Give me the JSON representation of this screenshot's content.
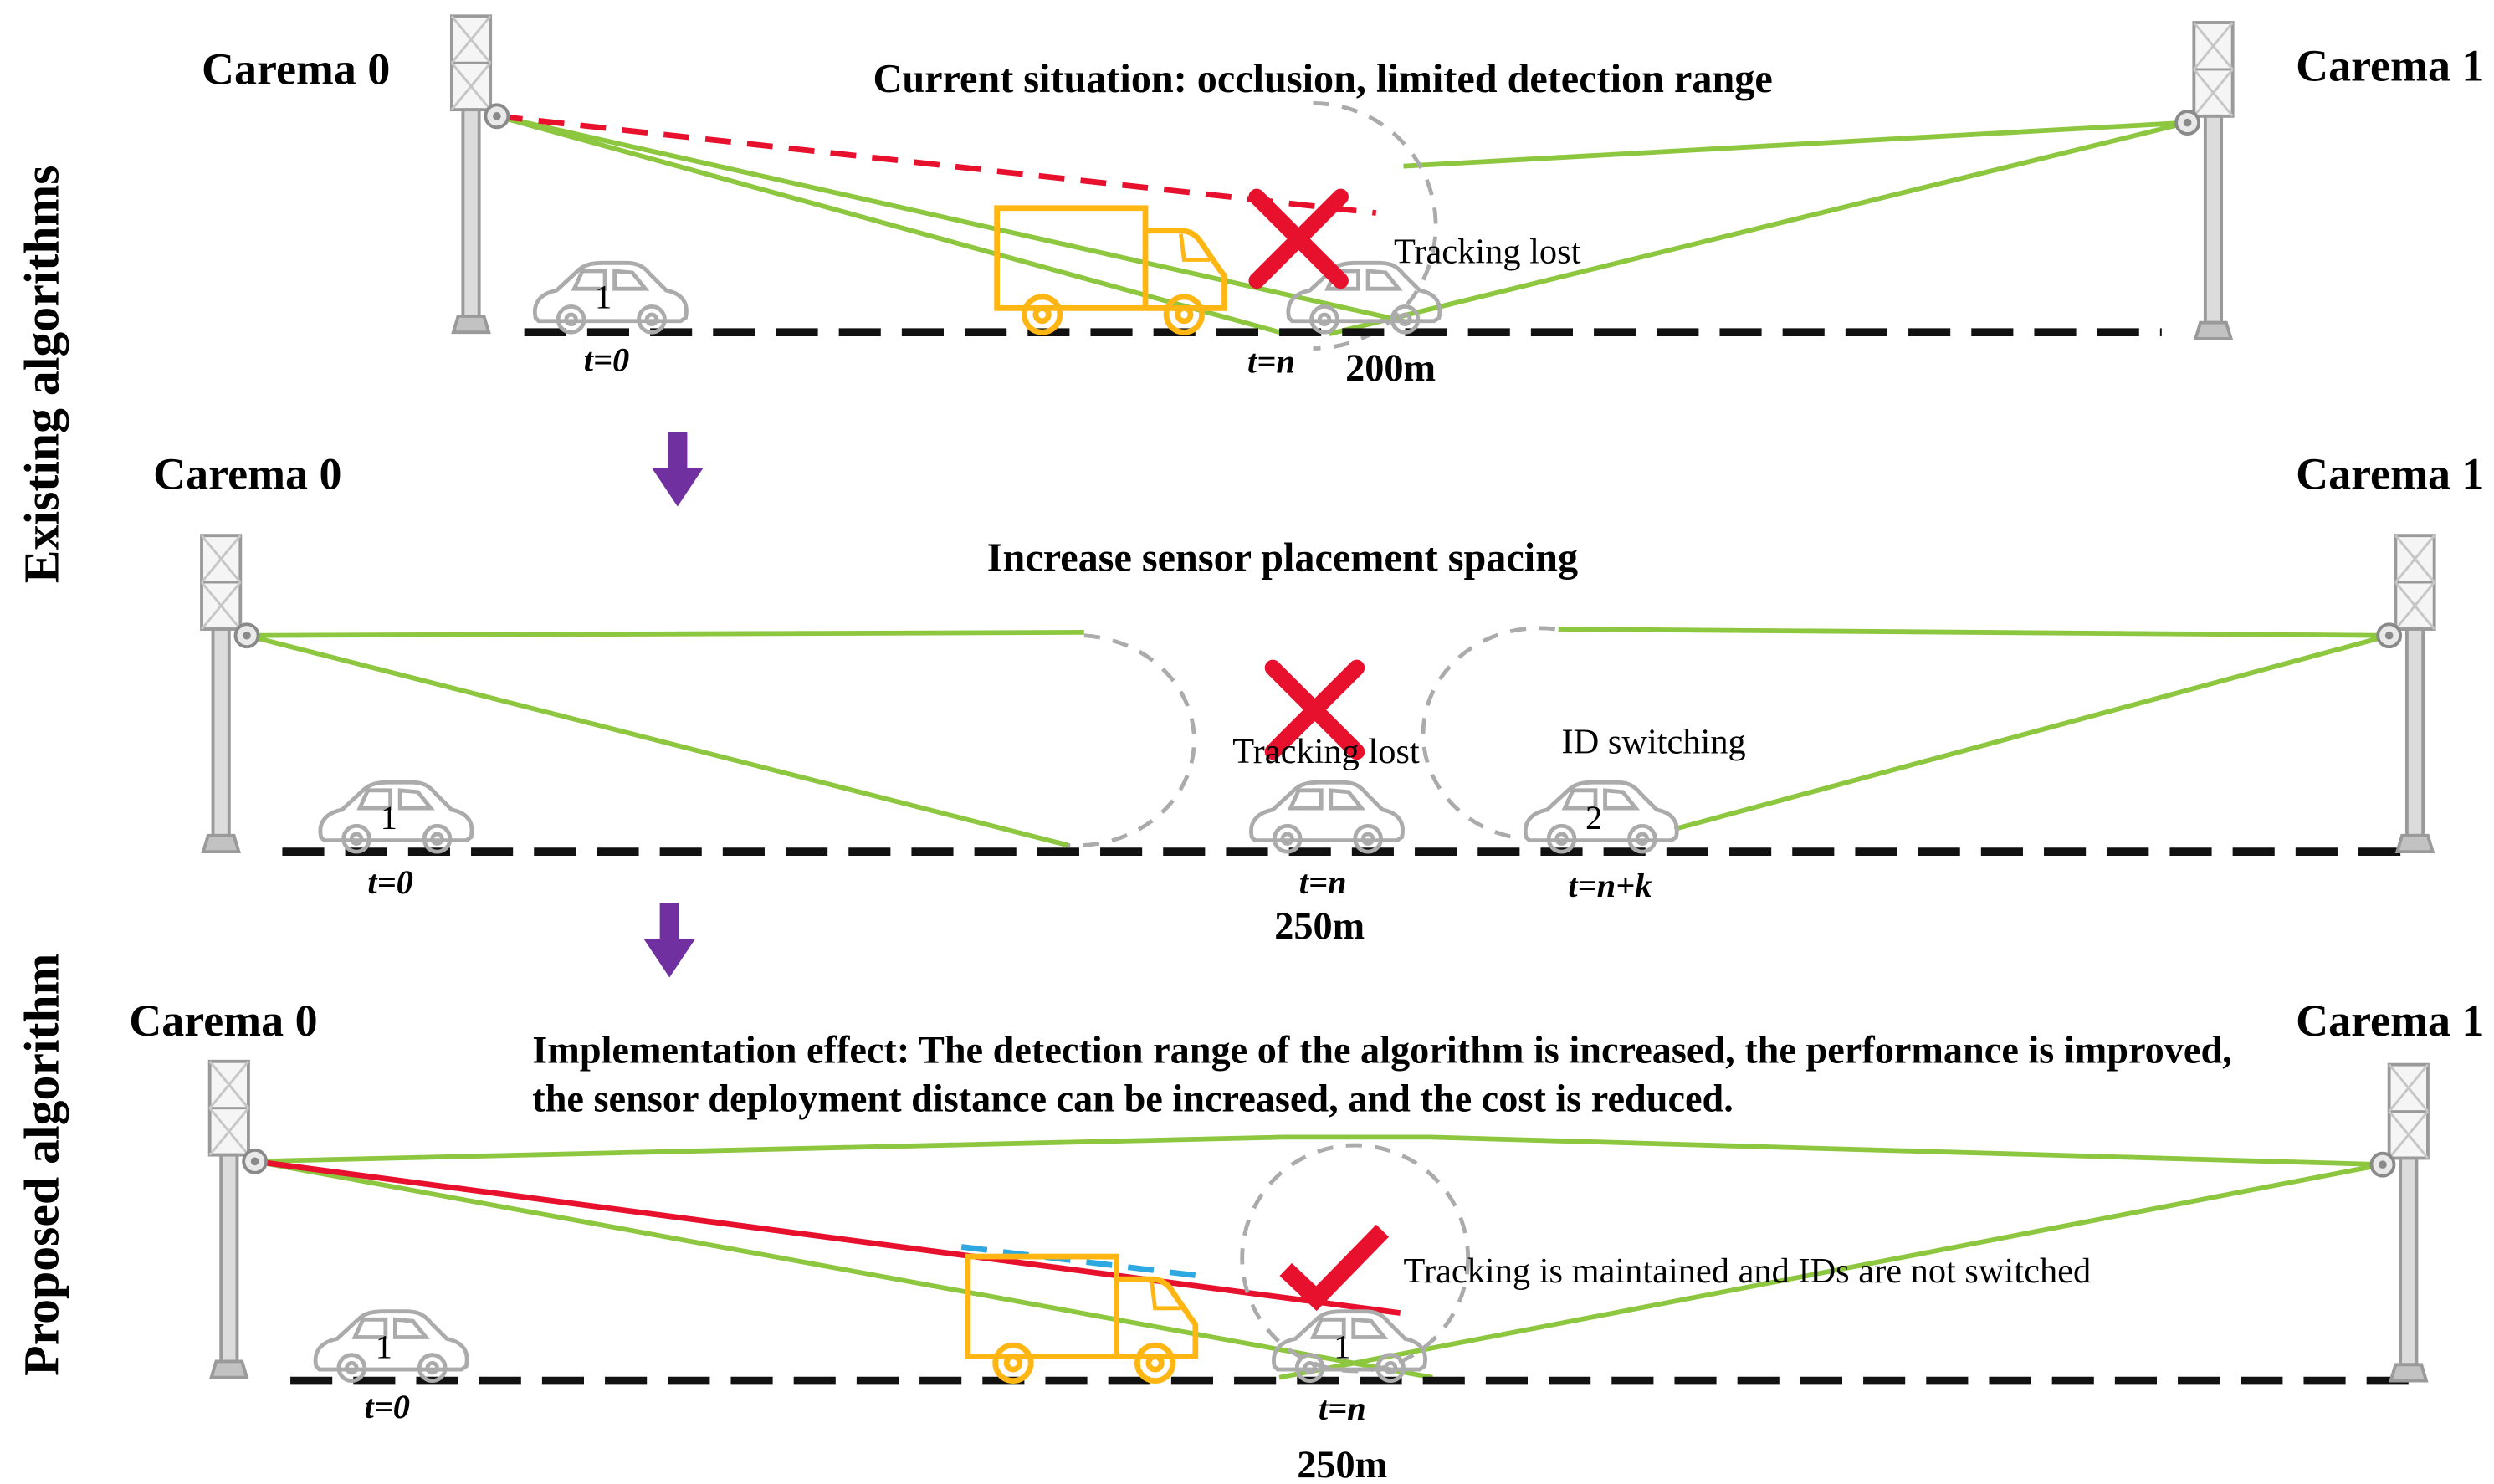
{
  "colors": {
    "green": "#8DC63F",
    "red": "#E8112D",
    "purple": "#7030A0",
    "orange": "#FFB612",
    "blue": "#2EA8E0",
    "gray_dashed": "#ABABAB",
    "road": "#111111"
  },
  "side_labels": {
    "existing": "Existing algorithms",
    "proposed": "Proposed algorithm"
  },
  "panel1": {
    "camera0_label": "Carema 0",
    "camera1_label": "Carema 1",
    "title": "Current situation: occlusion, limited detection range",
    "car_t0_id": "1",
    "t0_label": "t=0",
    "tn_label": "t=n",
    "distance_label": "200m",
    "tracking_lost_label": "Tracking lost"
  },
  "panel2": {
    "camera0_label": "Carema 0",
    "camera1_label": "Carema 1",
    "title": "Increase sensor placement spacing",
    "car_t0_id": "1",
    "car_tnk_id": "2",
    "t0_label": "t=0",
    "tn_label": "t=n",
    "tnk_label": "t=n+k",
    "distance_label": "250m",
    "tracking_lost_label": "Tracking lost",
    "id_switching_label": "ID switching"
  },
  "panel3": {
    "camera0_label": "Carema 0",
    "camera1_label": "Carema 1",
    "title_line1": "Implementation effect: The detection range of the algorithm is increased, the performance is improved,",
    "title_line2": "the sensor deployment distance can be increased, and the cost is reduced.",
    "car_t0_id": "1",
    "car_tn_id": "1",
    "t0_label": "t=0",
    "tn_label": "t=n",
    "distance_label": "250m",
    "tracking_note_label": "Tracking is maintained and IDs are not switched"
  }
}
